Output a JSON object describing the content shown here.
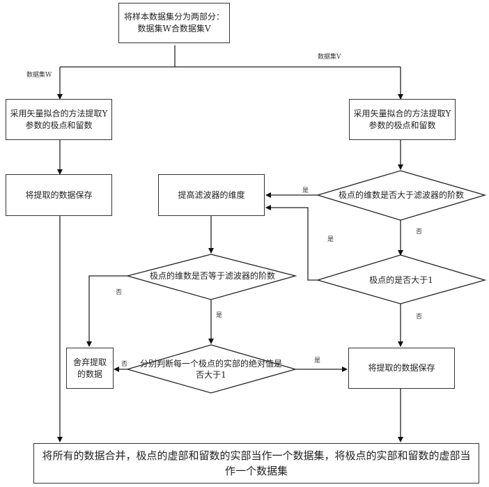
{
  "nodes": {
    "start": "将样本数据集分为两部分：数据集W合数据集V",
    "extract_w": "采用矢量拟合的方法提取Y参数的极点和留数",
    "save_w": "将提取的数据保存",
    "extract_v": "采用矢量拟合的方法提取Y参数的极点和留数",
    "decision_dim_greater": "极点的维数是否大于滤波器的阶数",
    "raise_dim": "提高滤波器的维度",
    "decision_greater_one": "极点的是否大于1",
    "decision_dim_equal": "极点的维数是否等于滤波器的阶数",
    "discard": "舍弃提取的数据",
    "decision_real_abs": "分别判断每一个极点的实部的绝对值是否大于1",
    "save_v": "将提取的数据保存",
    "merge": "将所有的数据合并，极点的虚部和留数的实部当作一个数据集，将极点的实部和留数的虚部当作一个数据集"
  },
  "edge_labels": {
    "dataset_w": "数据集W",
    "dataset_v": "数据集V",
    "yes_to_raise": "是",
    "no_down_right": "否",
    "yes_loop_back": "是",
    "no_to_save_v": "否",
    "no_to_discard": "否",
    "yes_down_center": "是",
    "no_left": "否",
    "yes_right": "是"
  }
}
